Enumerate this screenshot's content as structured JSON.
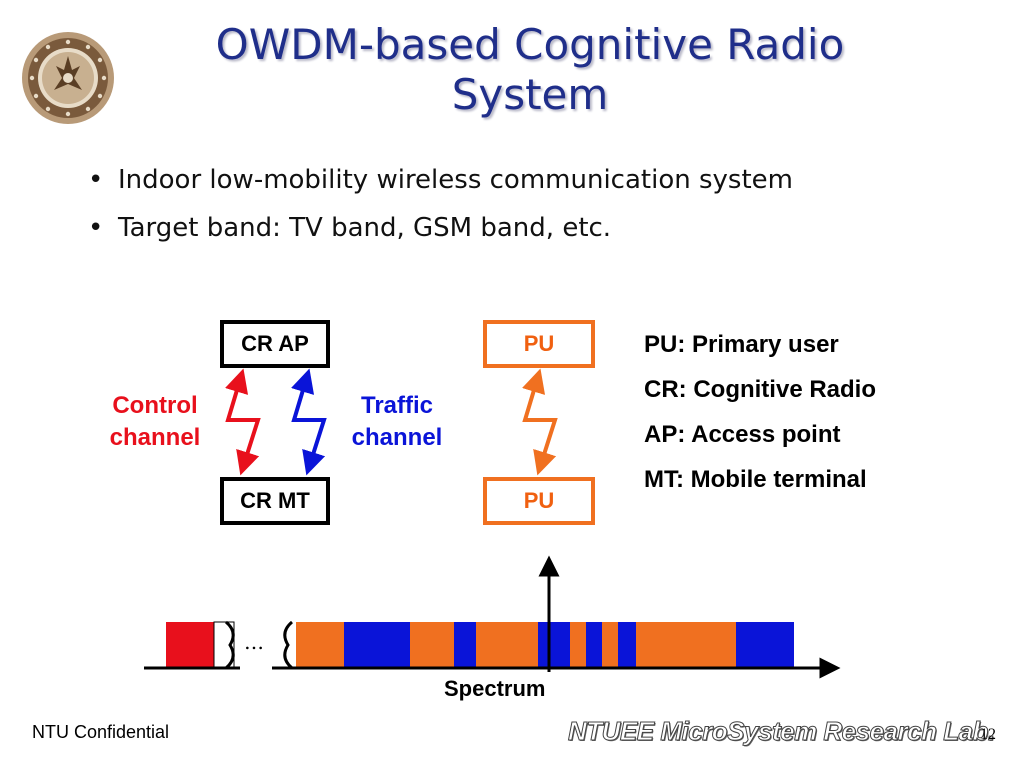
{
  "slide": {
    "title": "OWDM-based Cognitive Radio System",
    "bullets": [
      "Indoor low-mobility wireless communication system",
      "Target band: TV band, GSM band, etc."
    ]
  },
  "diagram": {
    "boxes": {
      "cr_ap": "CR AP",
      "cr_mt": "CR MT",
      "pu_top": "PU",
      "pu_bottom": "PU"
    },
    "control_channel": [
      "Control",
      "channel"
    ],
    "traffic_channel": [
      "Traffic",
      "channel"
    ],
    "legend": [
      "PU: Primary user",
      "CR: Cognitive Radio",
      "AP: Access point",
      "MT: Mobile terminal"
    ],
    "spectrum_label": "Spectrum",
    "ellipsis": "…",
    "colors": {
      "control": "#e8101c",
      "traffic": "#0a14d8",
      "pu": "#f07020"
    }
  },
  "footer": {
    "confidential": "NTU Confidential",
    "lab": "NTUEE MicroSystem Research Lab.",
    "page_number": "12"
  }
}
